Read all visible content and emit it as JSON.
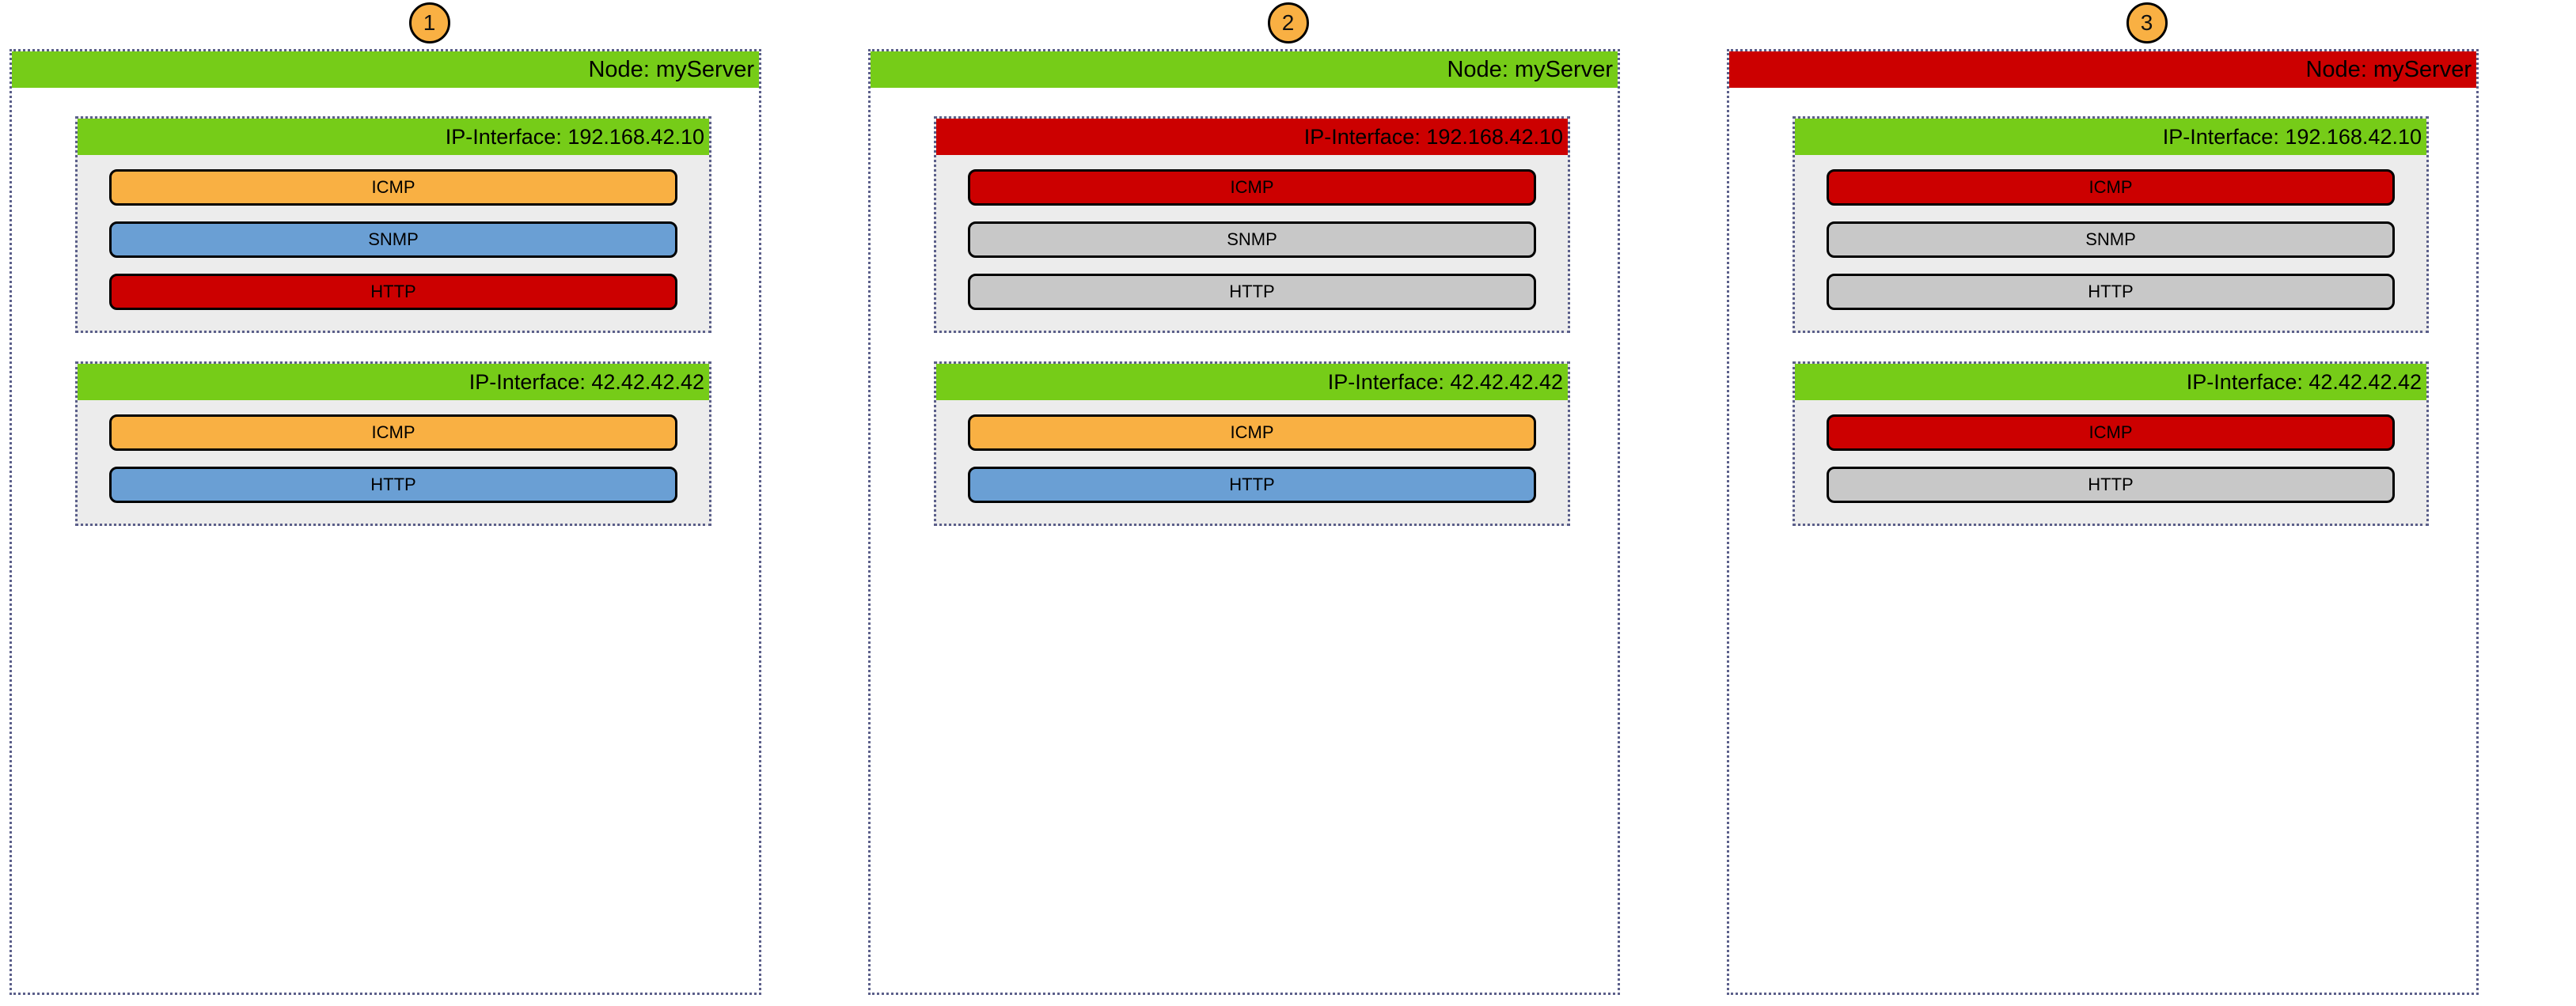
{
  "palette": {
    "green": "#76cc18",
    "red": "#cc0000",
    "orange": "#f9b043",
    "blue": "#6a9fd4",
    "gray": "#c8c8c8",
    "border_dotted": "#5b5f8a",
    "panel_body": "#ececec",
    "outline": "#000000",
    "background": "#ffffff"
  },
  "columns": [
    {
      "badge": "1",
      "badge_color": "orange",
      "node": {
        "label": "Node: myServer",
        "status": "green",
        "interfaces": [
          {
            "label": "IP-Interface: 192.168.42.10",
            "status": "green",
            "services": [
              {
                "label": "ICMP",
                "status": "orange"
              },
              {
                "label": "SNMP",
                "status": "blue"
              },
              {
                "label": "HTTP",
                "status": "red"
              }
            ]
          },
          {
            "label": "IP-Interface: 42.42.42.42",
            "status": "green",
            "services": [
              {
                "label": "ICMP",
                "status": "orange"
              },
              {
                "label": "HTTP",
                "status": "blue"
              }
            ]
          }
        ]
      }
    },
    {
      "badge": "2",
      "badge_color": "orange",
      "node": {
        "label": "Node: myServer",
        "status": "green",
        "interfaces": [
          {
            "label": "IP-Interface: 192.168.42.10",
            "status": "red",
            "services": [
              {
                "label": "ICMP",
                "status": "red"
              },
              {
                "label": "SNMP",
                "status": "gray"
              },
              {
                "label": "HTTP",
                "status": "gray"
              }
            ]
          },
          {
            "label": "IP-Interface: 42.42.42.42",
            "status": "green",
            "services": [
              {
                "label": "ICMP",
                "status": "orange"
              },
              {
                "label": "HTTP",
                "status": "blue"
              }
            ]
          }
        ]
      }
    },
    {
      "badge": "3",
      "badge_color": "orange",
      "node": {
        "label": "Node: myServer",
        "status": "red",
        "interfaces": [
          {
            "label": "IP-Interface: 192.168.42.10",
            "status": "green",
            "services": [
              {
                "label": "ICMP",
                "status": "red"
              },
              {
                "label": "SNMP",
                "status": "gray"
              },
              {
                "label": "HTTP",
                "status": "gray"
              }
            ]
          },
          {
            "label": "IP-Interface: 42.42.42.42",
            "status": "green",
            "services": [
              {
                "label": "ICMP",
                "status": "red"
              },
              {
                "label": "HTTP",
                "status": "gray"
              }
            ]
          }
        ]
      }
    }
  ]
}
